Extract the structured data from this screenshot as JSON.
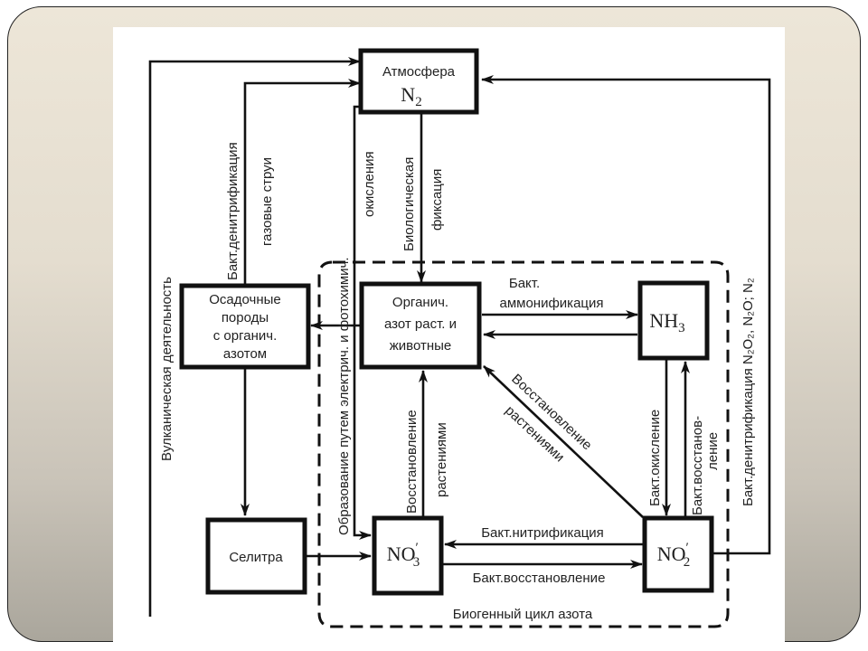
{
  "slide": {
    "background_top": "#ede6d8",
    "background_bottom": "#aaa69c"
  },
  "diagram": {
    "title_cycle": "Биогенный цикл азота",
    "nodes": {
      "atmosphere": {
        "line1": "Атмосфера",
        "formula": "N",
        "sub": "2"
      },
      "sediment": {
        "lines": [
          "Осадочные",
          "породы",
          "с органич.",
          "азотом"
        ]
      },
      "organic": {
        "lines": [
          "Органич.",
          "азот раст. и",
          "животные"
        ]
      },
      "ammonia": {
        "formula": "NH",
        "sub": "3"
      },
      "saltpeter": {
        "label": "Селитра"
      },
      "nitrate": {
        "formula": "NO",
        "sub": "3",
        "prime": "′"
      },
      "nitrite": {
        "formula": "NO",
        "sub": "2",
        "prime": "′"
      }
    },
    "edges": {
      "volcanic": "Вулканическая деятельность",
      "denitrification_left": "Бакт.денитрификация",
      "gas_jets": "газовые струи",
      "electric_formation_1": "Образование путем электрич. и фотохимич.",
      "electric_formation_2": "окисления",
      "bio_fixation_1": "Биологическая",
      "bio_fixation_2": "фиксация",
      "ammonification_1": "Бакт.",
      "ammonification_2": "аммонификация",
      "reduction_plants_v1": "Восстановление",
      "reduction_plants_v2": "растениями",
      "reduction_plants_d1": "Восстановление",
      "reduction_plants_d2": "растениями",
      "bact_oxidation": "Бакт.окисление",
      "bact_reduction_v1": "Бакт.восстанов-",
      "bact_reduction_v2": "ление",
      "nitrification": "Бакт.нитрификация",
      "bact_reduction_h": "Бакт.восстановление",
      "denitrification_right": "Бакт.денитрификация N₂O₂, N₂O; N₂"
    }
  }
}
